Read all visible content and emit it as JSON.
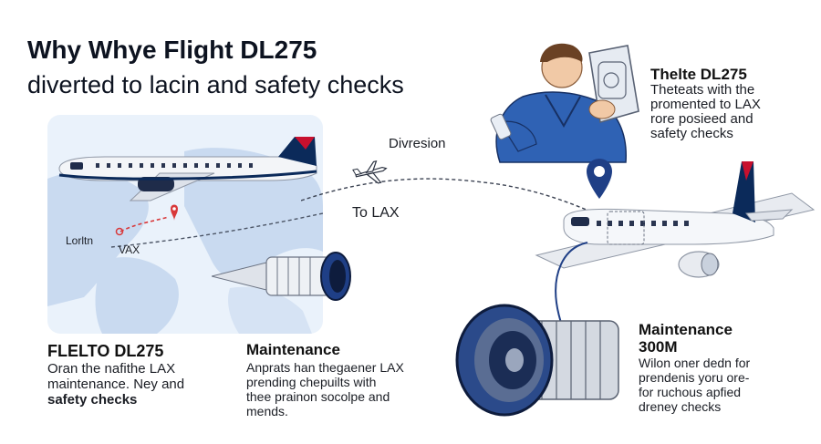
{
  "title": {
    "line1": "Why Whye Flight DL275",
    "line2": "diverted to lacin and safety checks"
  },
  "top_right": {
    "heading": "Thelte DL275",
    "lines": [
      "Theteats with the",
      "promented to LAX",
      "rore posieed and",
      "safety checks"
    ]
  },
  "map": {
    "label1": "Lorltn",
    "label2": "VAX"
  },
  "route": {
    "diversion_label": "Divresion",
    "to_label": "To LAX"
  },
  "bottom_left": {
    "heading": "FLELTO DL275",
    "lines": [
      "Oran the nafithe LAX",
      "maintenance. Ney and",
      "safety checks"
    ]
  },
  "bottom_mid": {
    "heading": "Maintenance",
    "lines": [
      "Anprats han thegaener LAX",
      "prending chepuilts with",
      "thee prainon socolpe and",
      "mends."
    ]
  },
  "bottom_right": {
    "heading1": "Maintenance",
    "heading2": "300M",
    "lines": [
      "Wilon oner dedn for",
      "prendenis yoru ore-",
      "for ruchous apfied",
      "dreney checks"
    ]
  },
  "colors": {
    "delta_navy": "#0b2a5a",
    "delta_red": "#c8102e",
    "mechanic_blue": "#2f62b4",
    "engine_blue": "#1f3f86",
    "map_bg": "#eaf2fb",
    "route_red": "#d8383a"
  }
}
